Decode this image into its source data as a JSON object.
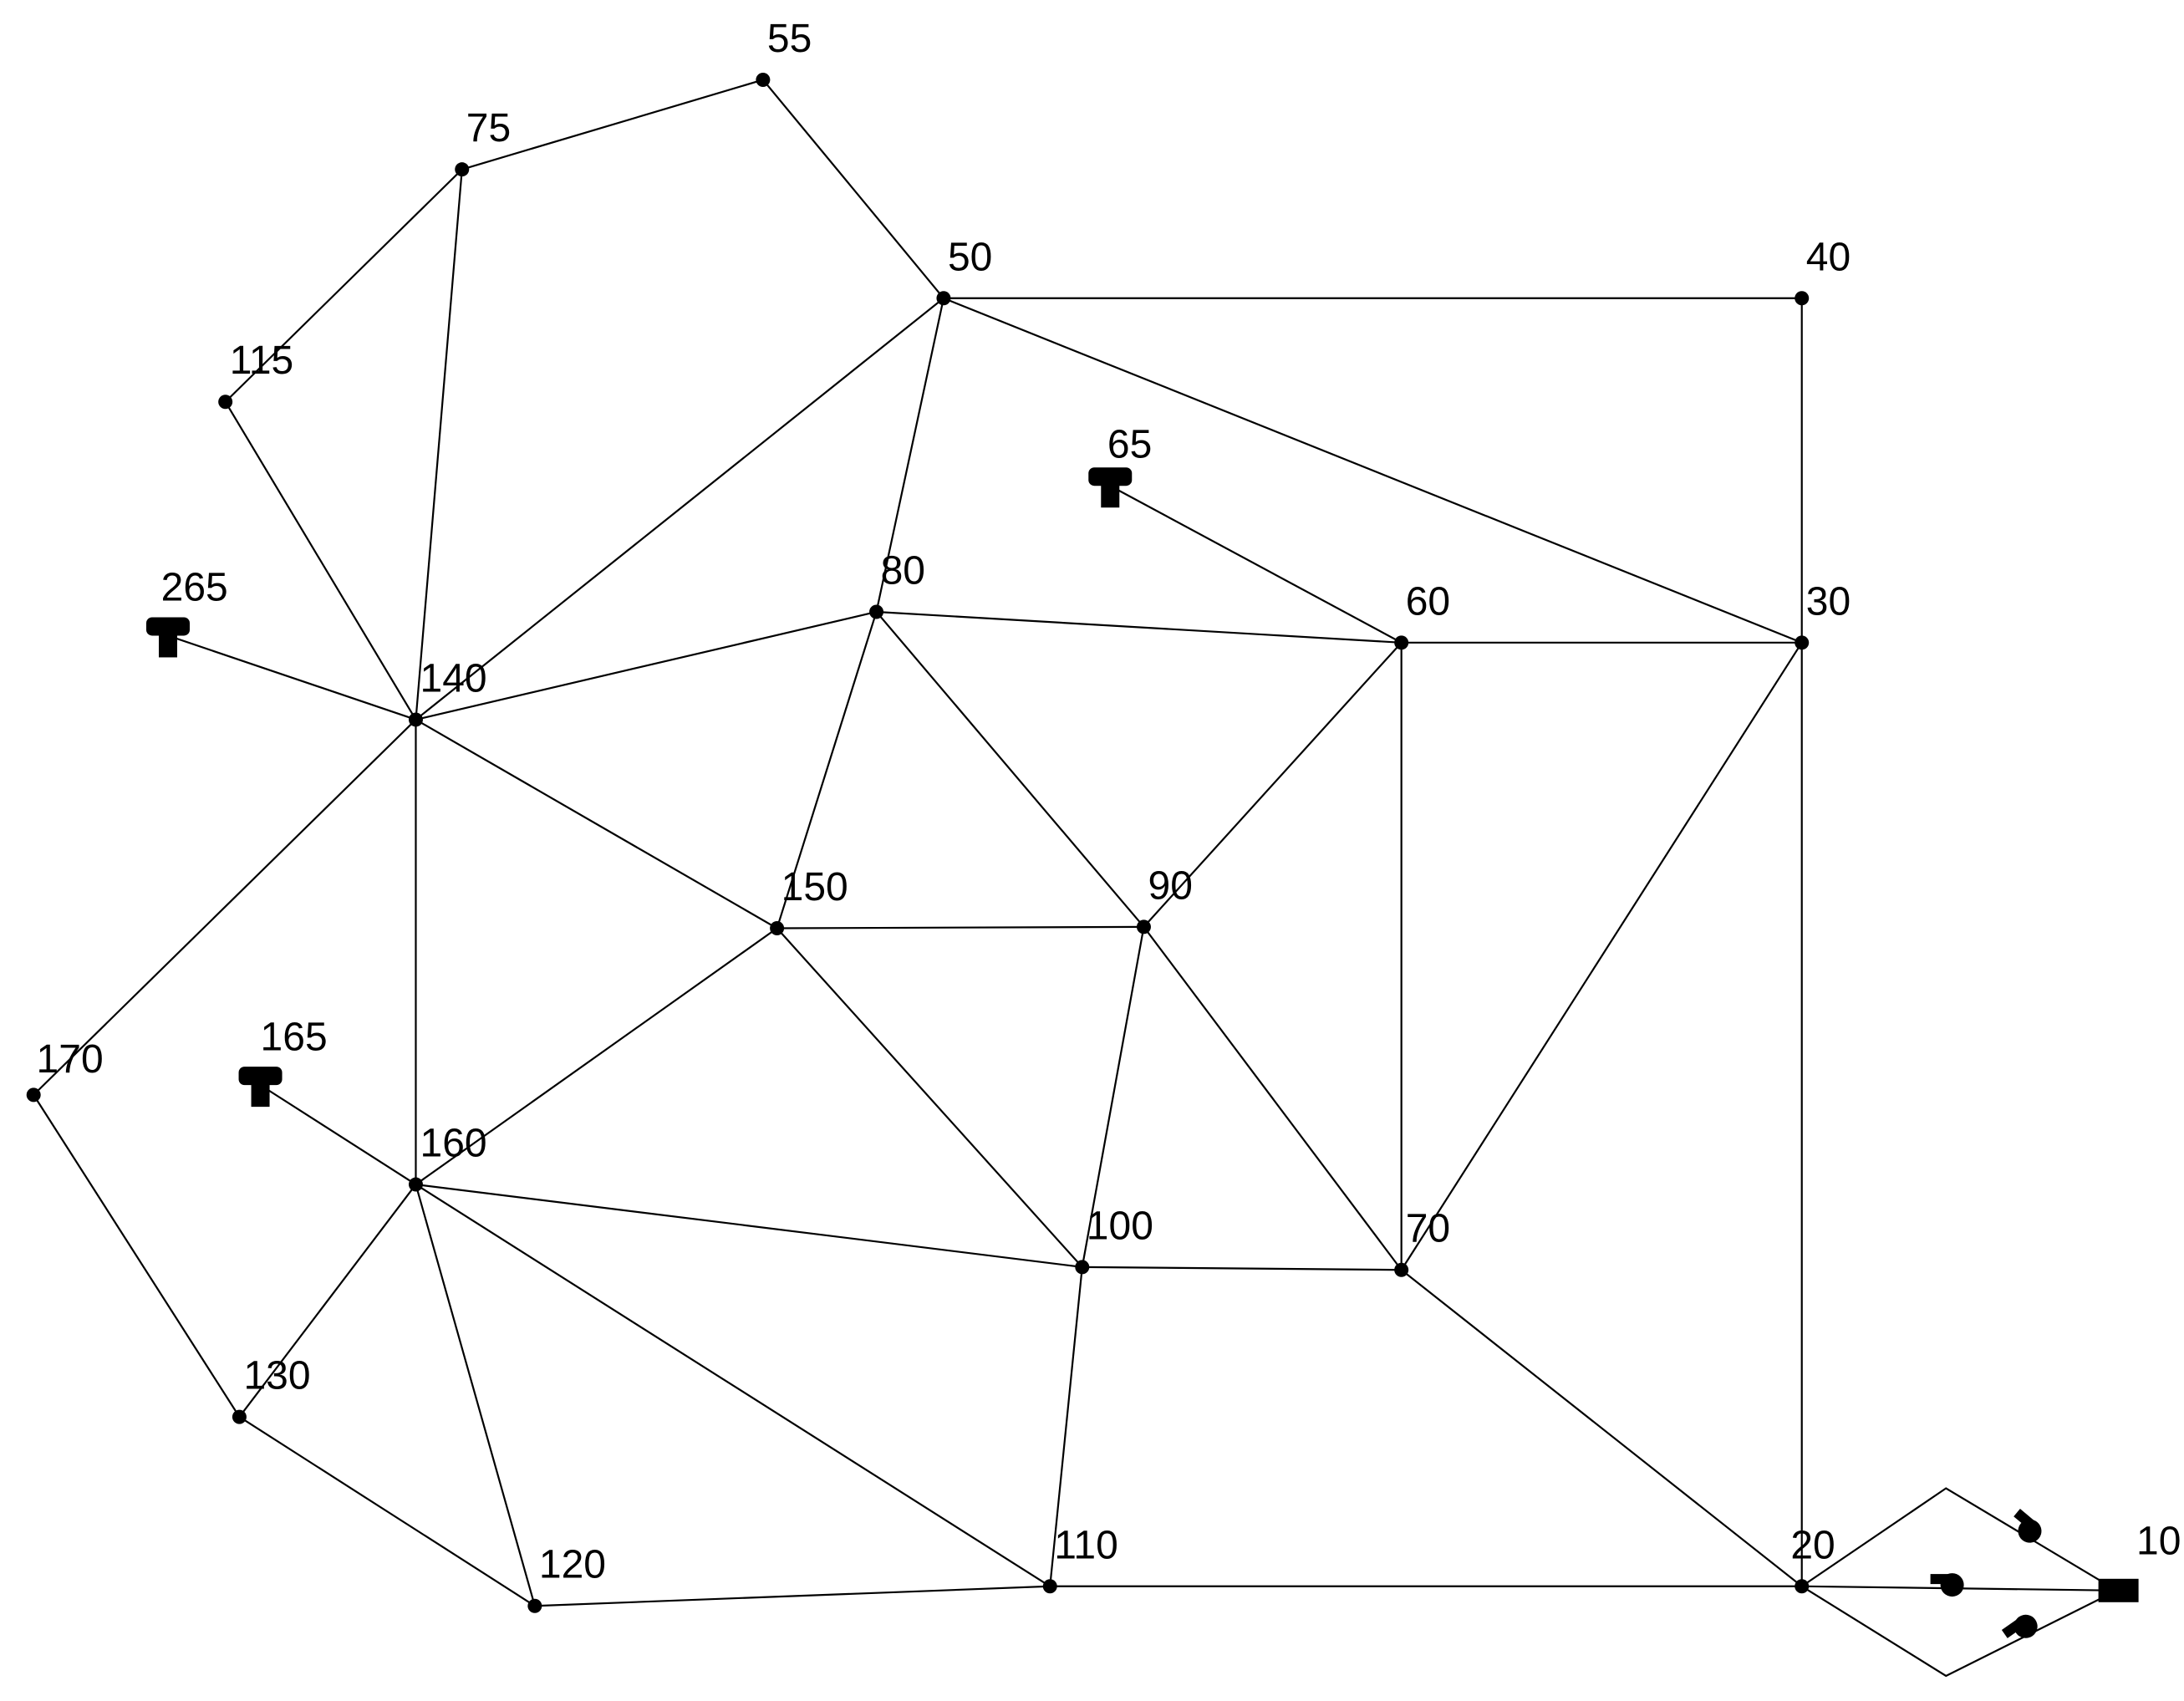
{
  "network": {
    "nodes": [
      {
        "id": "10",
        "type": "reservoir"
      },
      {
        "id": "20",
        "type": "junction"
      },
      {
        "id": "30",
        "type": "junction"
      },
      {
        "id": "40",
        "type": "junction"
      },
      {
        "id": "50",
        "type": "junction"
      },
      {
        "id": "55",
        "type": "junction"
      },
      {
        "id": "60",
        "type": "junction"
      },
      {
        "id": "65",
        "type": "tank"
      },
      {
        "id": "70",
        "type": "junction"
      },
      {
        "id": "75",
        "type": "junction"
      },
      {
        "id": "80",
        "type": "junction"
      },
      {
        "id": "90",
        "type": "junction"
      },
      {
        "id": "100",
        "type": "junction"
      },
      {
        "id": "110",
        "type": "junction"
      },
      {
        "id": "115",
        "type": "junction"
      },
      {
        "id": "120",
        "type": "junction"
      },
      {
        "id": "130",
        "type": "junction"
      },
      {
        "id": "140",
        "type": "junction"
      },
      {
        "id": "150",
        "type": "junction"
      },
      {
        "id": "160",
        "type": "junction"
      },
      {
        "id": "165",
        "type": "tank"
      },
      {
        "id": "170",
        "type": "junction"
      },
      {
        "id": "265",
        "type": "tank"
      }
    ],
    "pipes": [
      [
        "55",
        "75"
      ],
      [
        "55",
        "50"
      ],
      [
        "75",
        "115"
      ],
      [
        "75",
        "140"
      ],
      [
        "50",
        "40"
      ],
      [
        "50",
        "30"
      ],
      [
        "50",
        "80"
      ],
      [
        "50",
        "140"
      ],
      [
        "40",
        "30"
      ],
      [
        "115",
        "140"
      ],
      [
        "265",
        "140"
      ],
      [
        "140",
        "80"
      ],
      [
        "140",
        "150"
      ],
      [
        "140",
        "160"
      ],
      [
        "140",
        "170"
      ],
      [
        "80",
        "60"
      ],
      [
        "80",
        "150"
      ],
      [
        "80",
        "90"
      ],
      [
        "65",
        "60"
      ],
      [
        "60",
        "30"
      ],
      [
        "60",
        "90"
      ],
      [
        "60",
        "70"
      ],
      [
        "30",
        "70"
      ],
      [
        "30",
        "20"
      ],
      [
        "150",
        "90"
      ],
      [
        "150",
        "160"
      ],
      [
        "150",
        "100"
      ],
      [
        "90",
        "100"
      ],
      [
        "90",
        "70"
      ],
      [
        "165",
        "160"
      ],
      [
        "160",
        "100"
      ],
      [
        "160",
        "130"
      ],
      [
        "160",
        "120"
      ],
      [
        "160",
        "110"
      ],
      [
        "100",
        "70"
      ],
      [
        "100",
        "110"
      ],
      [
        "70",
        "20"
      ],
      [
        "170",
        "130"
      ],
      [
        "130",
        "120"
      ],
      [
        "120",
        "110"
      ],
      [
        "110",
        "20"
      ]
    ],
    "pump_links": 3,
    "reservoir_id": "10"
  }
}
